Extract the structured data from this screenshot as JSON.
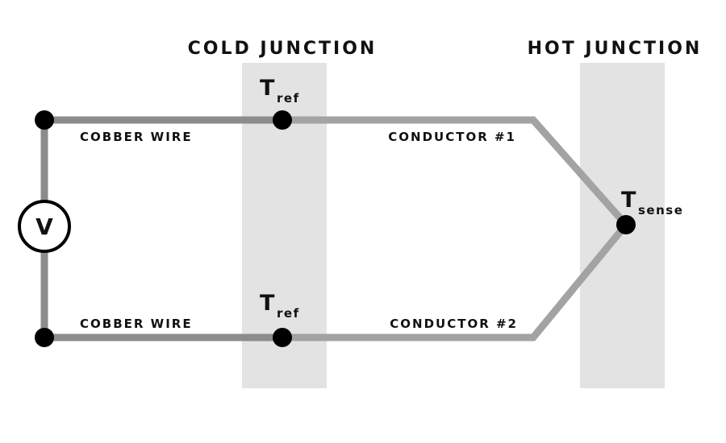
{
  "headers": {
    "cold_junction": "COLD JUNCTION",
    "hot_junction": "HOT JUNCTION"
  },
  "wires": {
    "top_copper": "COBBER WIRE",
    "bottom_copper": "COBBER WIRE",
    "conductor_1": "CONDUCTOR #1",
    "conductor_2": "CONDUCTOR #2"
  },
  "temperatures": {
    "ref_top": {
      "main": "T",
      "sub": "ref"
    },
    "ref_bottom": {
      "main": "T",
      "sub": "ref"
    },
    "sense": {
      "main": "T",
      "sub": "sense"
    }
  },
  "voltmeter": {
    "symbol": "V"
  },
  "colors": {
    "copper_wire": "#8c8c8c",
    "conductor_wire": "#a3a3a3",
    "junction_band": "#e3e3e3",
    "node": "#000000",
    "text": "#111111"
  }
}
